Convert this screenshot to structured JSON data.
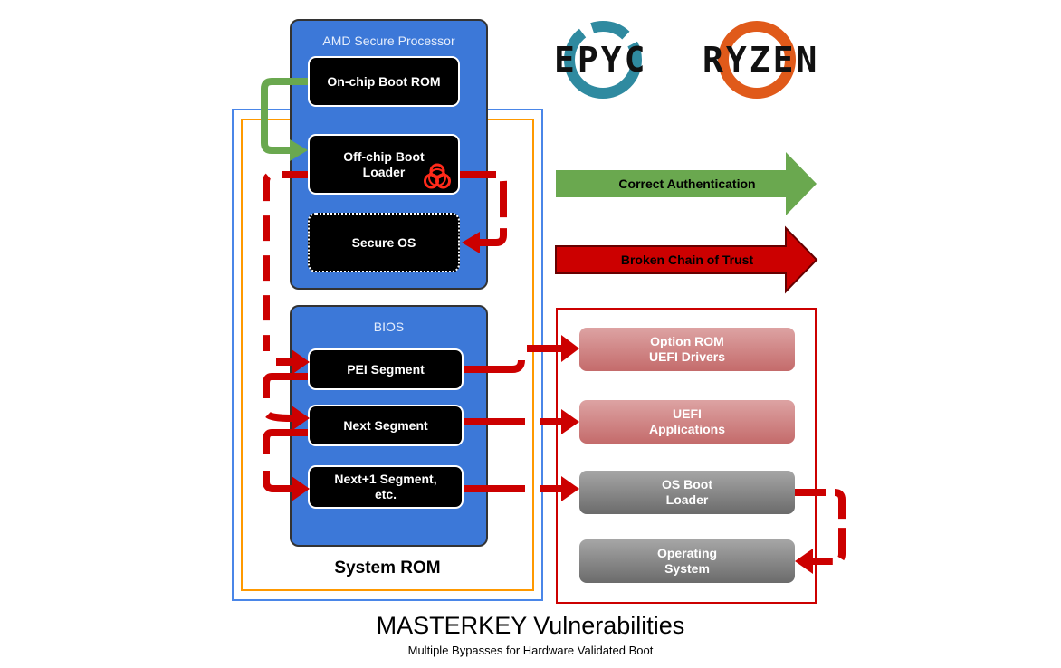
{
  "logos": {
    "epyc": "EPYC",
    "ryzen": "RYZEN"
  },
  "secure_processor": {
    "title": "AMD Secure Processor",
    "blocks": [
      "On-chip Boot ROM",
      "Off-chip Boot Loader",
      "Secure OS"
    ],
    "compromised_icon": "biohazard-icon"
  },
  "bios": {
    "title": "BIOS",
    "blocks": [
      "PEI Segment",
      "Next Segment",
      "Next+1 Segment, etc."
    ]
  },
  "system_rom_label": "System ROM",
  "legend": {
    "correct": {
      "label": "Correct Authentication",
      "color": "#6aa84f"
    },
    "broken": {
      "label": "Broken Chain of Trust",
      "color": "#cc0000"
    }
  },
  "external": {
    "blocks": [
      {
        "line1": "Option ROM",
        "line2": "UEFI Drivers"
      },
      {
        "line1": "UEFI",
        "line2": "Applications"
      },
      {
        "line1": "OS Boot",
        "line2": "Loader"
      },
      {
        "line1": "Operating",
        "line2": "System"
      }
    ]
  },
  "footer": {
    "title": "MASTERKEY Vulnerabilities",
    "subtitle": "Multiple Bypasses for Hardware Validated Boot"
  }
}
